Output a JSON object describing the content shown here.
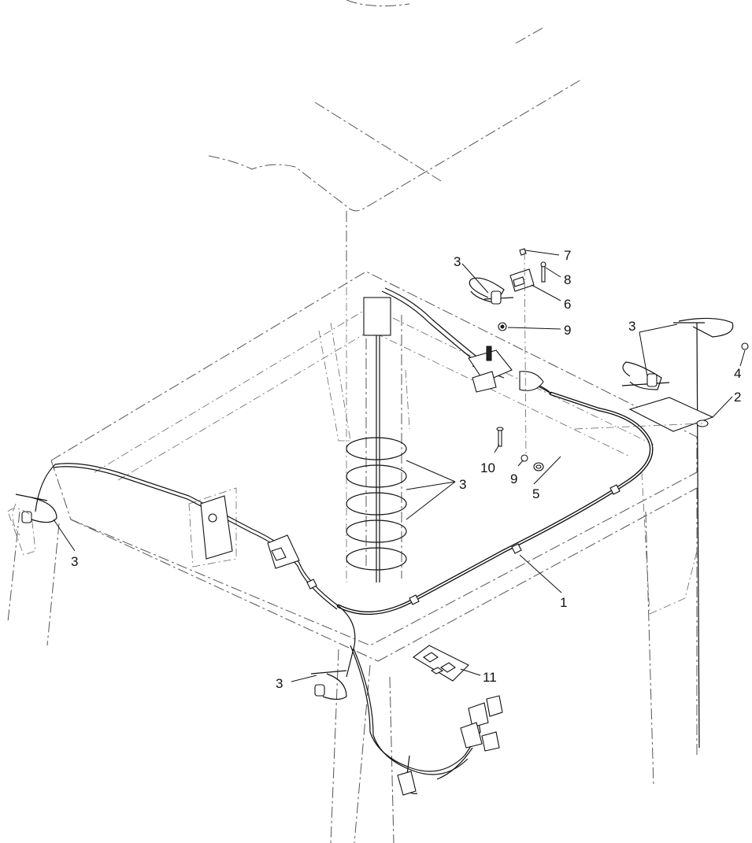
{
  "callouts": {
    "c1": "1",
    "c2": "2",
    "c3a": "3",
    "c3b": "3",
    "c3c": "3",
    "c3d": "3",
    "c3e": "3",
    "c4": "4",
    "c5": "5",
    "c6": "6",
    "c7": "7",
    "c8": "8",
    "c9a": "9",
    "c9b": "9",
    "c10": "10",
    "c11": "11"
  },
  "colors": {
    "line": "#111111",
    "ghost": "#555555",
    "background": "#ffffff"
  }
}
